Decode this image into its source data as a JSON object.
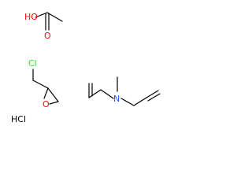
{
  "colors": {
    "bond": "#000000",
    "oxygen": "#ff0d0d",
    "nitrogen": "#3050f8",
    "chlorine": "#1ff01f",
    "hydrochloride": "#000000"
  },
  "molecules": {
    "acetic_acid": {
      "hydroxyl_label": "HO",
      "carbonyl_label": "O"
    },
    "epichlorohydrin": {
      "chlorine_label": "Cl",
      "ring_oxygen_label": "O"
    },
    "diallylmethylamine": {
      "nitrogen_label": "N"
    },
    "hydrochloride": {
      "label": "HCl"
    }
  }
}
